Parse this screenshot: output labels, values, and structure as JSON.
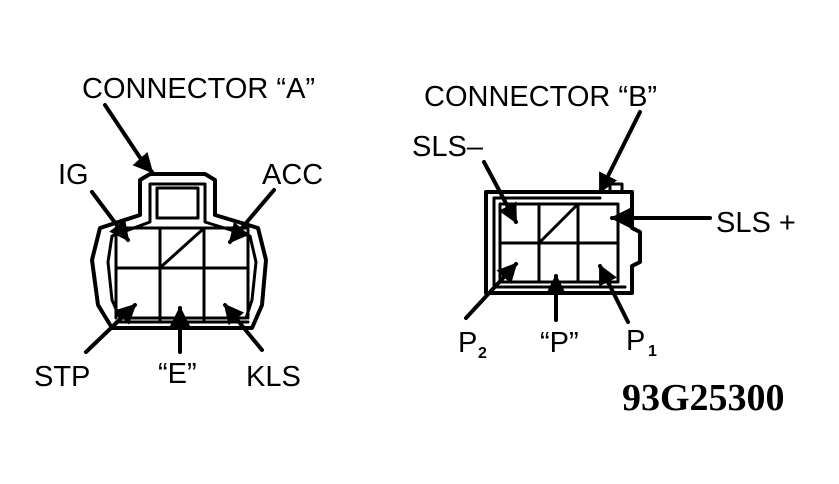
{
  "connector_a": {
    "title": "CONNECTOR “A”",
    "labels": {
      "ig": "IG",
      "acc": "ACC",
      "stp": "STP",
      "e": "“E”",
      "kls": "KLS"
    }
  },
  "connector_b": {
    "title": "CONNECTOR “B”",
    "labels": {
      "sls_minus": "SLS–",
      "sls_plus": "SLS +",
      "p2": "P",
      "p2_sub": "2",
      "p": "“P”",
      "p1": "P",
      "p1_sub": "1"
    }
  },
  "figure_id": "93G25300"
}
